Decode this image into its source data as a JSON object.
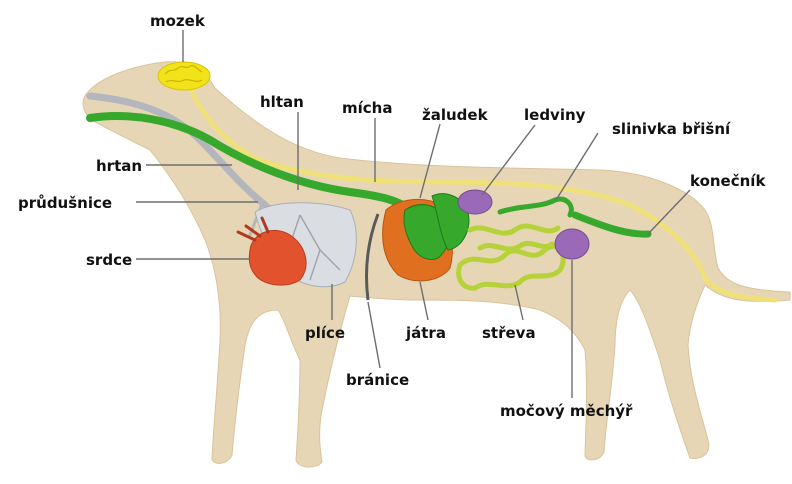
{
  "labels": {
    "mozek": "mozek",
    "hltan": "hltan",
    "micha": "mícha",
    "zaludek": "žaludek",
    "ledviny": "ledviny",
    "slinivka": "slinivka břišní",
    "hrtan": "hrtan",
    "prudusnice": "průdušnice",
    "konecnik": "konečník",
    "srdce": "srdce",
    "plice": "plíce",
    "jatra": "játra",
    "streva": "střeva",
    "branice": "bránice",
    "mocovy_mechyr": "močový měchýř"
  },
  "colors": {
    "body": "#e7d6b5",
    "body_outline": "#d9c39b",
    "brain": "#f2e21a",
    "nerve": "#efe07a",
    "digestive": "#36a82c",
    "digestive_dark": "#1f7a1a",
    "trachea": "#b3b7bd",
    "lungs": "#dadde2",
    "heart": "#e2522d",
    "liver": "#e07020",
    "kidney": "#9a6ab8",
    "bladder": "#9a6ab8",
    "intestine": "#b5d23a",
    "diaphragm": "#5a5a5a"
  }
}
